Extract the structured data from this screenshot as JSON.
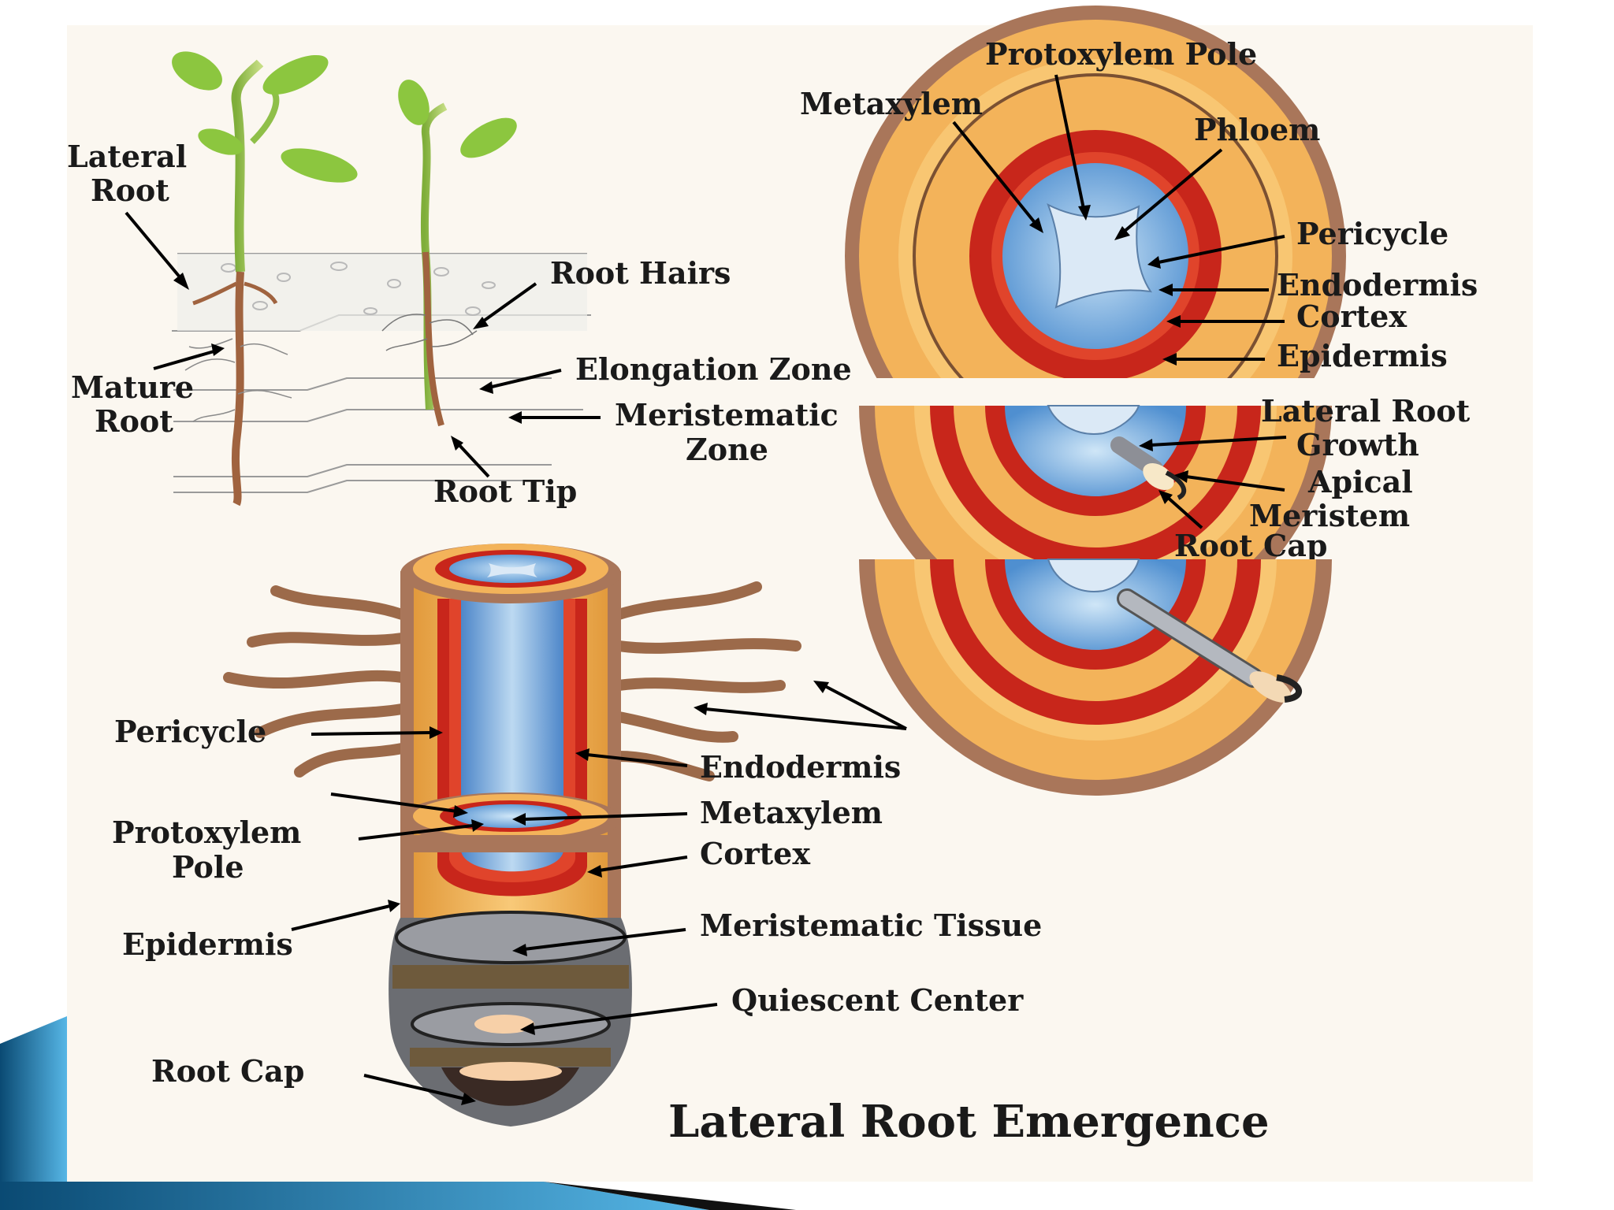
{
  "title": "Lateral Root Emergence",
  "colors": {
    "slide_accent_dark": "#0b4f77",
    "slide_accent_light": "#4fb0e0",
    "epidermis": "#a9765a",
    "cortex": "#f3b35a",
    "endodermis": "#c8261b",
    "vascular": "#5a9bd5",
    "metaxylem": "#cfe3f3",
    "meristem": "#8d8f96",
    "root_cap": "#3a2a24"
  },
  "seedling_labels": {
    "lateral_root": [
      "Lateral",
      "Root"
    ],
    "mature_root": [
      "Mature",
      "Root"
    ],
    "root_hairs": "Root Hairs",
    "elongation_zone": "Elongation Zone",
    "meristematic_zone": [
      "Meristematic",
      "Zone"
    ],
    "root_tip": "Root Tip"
  },
  "cross_section_labels": {
    "protoxylem_pole": "Protoxylem Pole",
    "metaxylem": "Metaxylem",
    "phloem": "Phloem",
    "pericycle": "Pericycle",
    "endodermis": "Endodermis",
    "cortex": "Cortex",
    "epidermis": "Epidermis"
  },
  "emergence_labels": {
    "lateral_root_growth": [
      "Lateral Root",
      "Growth"
    ],
    "apical_meristem": [
      "Apical",
      "Meristem"
    ],
    "root_cap": "Root Cap"
  },
  "longitudinal_labels": {
    "pericycle": "Pericycle",
    "endodermis": "Endodermis",
    "metaxylem": "Metaxylem",
    "protoxylem_pole": [
      "Protoxylem",
      "Pole"
    ],
    "cortex": "Cortex",
    "epidermis": "Epidermis",
    "meristematic_tissue": "Meristematic Tissue",
    "quiescent_center": "Quiescent Center",
    "root_cap": "Root Cap"
  }
}
